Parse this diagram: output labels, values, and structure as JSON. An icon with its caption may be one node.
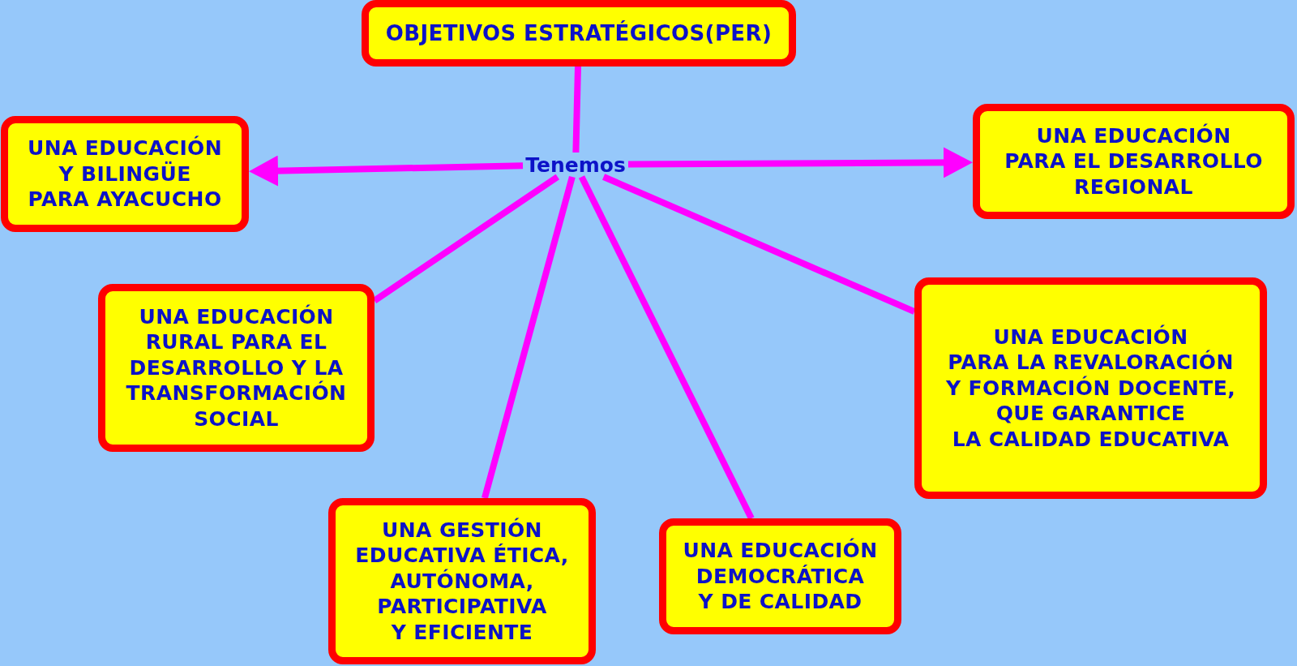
{
  "diagram": {
    "nodes": [
      {
        "text": [
          "OBJETIVOS ESTRATÉGICOS(PER)"
        ]
      },
      {
        "text": [
          "Tenemos"
        ]
      },
      {
        "text": [
          "UNA EDUCACIÓN Y BILINGÜE PARA AYACUCHO"
        ]
      },
      {
        "text": [
          "UNA EDUCACIÓN PARA EL DESARROLLO REGIONAL"
        ]
      },
      {
        "text": [
          "UNA EDUCACIÓN RURAL PARA EL DESARROLLO Y LA TRANSFORMACIÓN SOCIAL"
        ]
      },
      {
        "text": [
          "UNA EDUCACIÓN PARA LA REVALORACIÓN Y FORMACIÓN DOCENTE, QUE GARANTICE LA CALIDAD EDUCATIVA"
        ]
      },
      {
        "text": [
          "UNA GESTIÓN EDUCATIVA ÉTICA, AUTÓNOMA, PARTICIPATIVA Y EFICIENTE"
        ]
      },
      {
        "text": [
          "UNA EDUCACIÓN DEMOCRÁTICA Y DE CALIDAD"
        ]
      }
    ],
    "edges": [
      {
        "from": 0,
        "to": 1,
        "arrow": "none"
      },
      {
        "from": 1,
        "to": 2,
        "arrow": "to"
      },
      {
        "from": 1,
        "to": 3,
        "arrow": "to"
      },
      {
        "from": 1,
        "to": 4,
        "arrow": "none"
      },
      {
        "from": 1,
        "to": 5,
        "arrow": "none"
      },
      {
        "from": 1,
        "to": 6,
        "arrow": "none"
      },
      {
        "from": 1,
        "to": 7,
        "arrow": "none"
      }
    ]
  }
}
